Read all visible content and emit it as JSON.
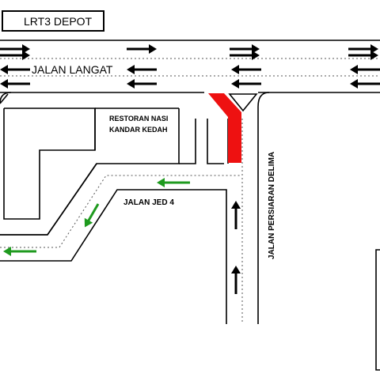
{
  "title_box": {
    "text": "LRT3 DEPOT"
  },
  "labels": {
    "jalan_langat": "JALAN LANGAT",
    "restoran_line1": "RESTORAN NASI",
    "restoran_line2": "KANDAR KEDAH",
    "jalan_jed4": "JALAN JED 4",
    "jalan_persiaran_delima": "JALAN PERSIARAN DELIMA"
  },
  "colors": {
    "road_outline": "#000000",
    "lane_marking": "#555555",
    "traffic_arrow": "#000000",
    "route_arrow": "#1e9a1e",
    "highlight_segment": "#ee1111"
  },
  "icons": {
    "traffic_arrow": "arrow-icon",
    "route_arrow": "green-arrow-icon"
  }
}
